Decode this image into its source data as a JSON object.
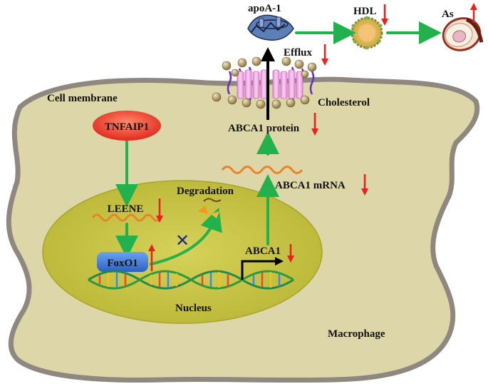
{
  "labels": {
    "cell_membrane": "Cell membrane",
    "tnfaip1": "TNFAIP1",
    "leene": "LEENE",
    "degradation": "Degradation",
    "foxo1": "FoxO1",
    "abca1_gene": "ABCA1",
    "nucleus": "Nucleus",
    "abca1_mrna": "ABCA1 mRNA",
    "abca1_protein": "ABCA1 protein",
    "cholesterol": "Cholesterol",
    "efflux": "Efflux",
    "apoa1": "apoA-1",
    "hdl": "HDL",
    "as": "As",
    "macrophage": "Macrophage"
  },
  "colors": {
    "cell_fill": "#dcd6a8",
    "cell_border": "#8f8880",
    "nucleus_fill": "#c9c646",
    "green_arrow": "#22b14c",
    "red_arrow": "#e8221a",
    "tnfaip1_fill": "#e8352a",
    "foxo1_fill": "#3d7bd6",
    "membrane_protein": "#f2a6e6",
    "lipid_tail": "#6a2dbf",
    "cholesterol_ball": "#a58f52"
  },
  "regulation": {
    "leene": "down",
    "foxo1": "up",
    "abca1_gene": "down",
    "abca1_mrna": "down",
    "abca1_protein": "down",
    "efflux": "down",
    "hdl": "down",
    "as": "up"
  },
  "blocked_step": "FoxO1 degradation"
}
